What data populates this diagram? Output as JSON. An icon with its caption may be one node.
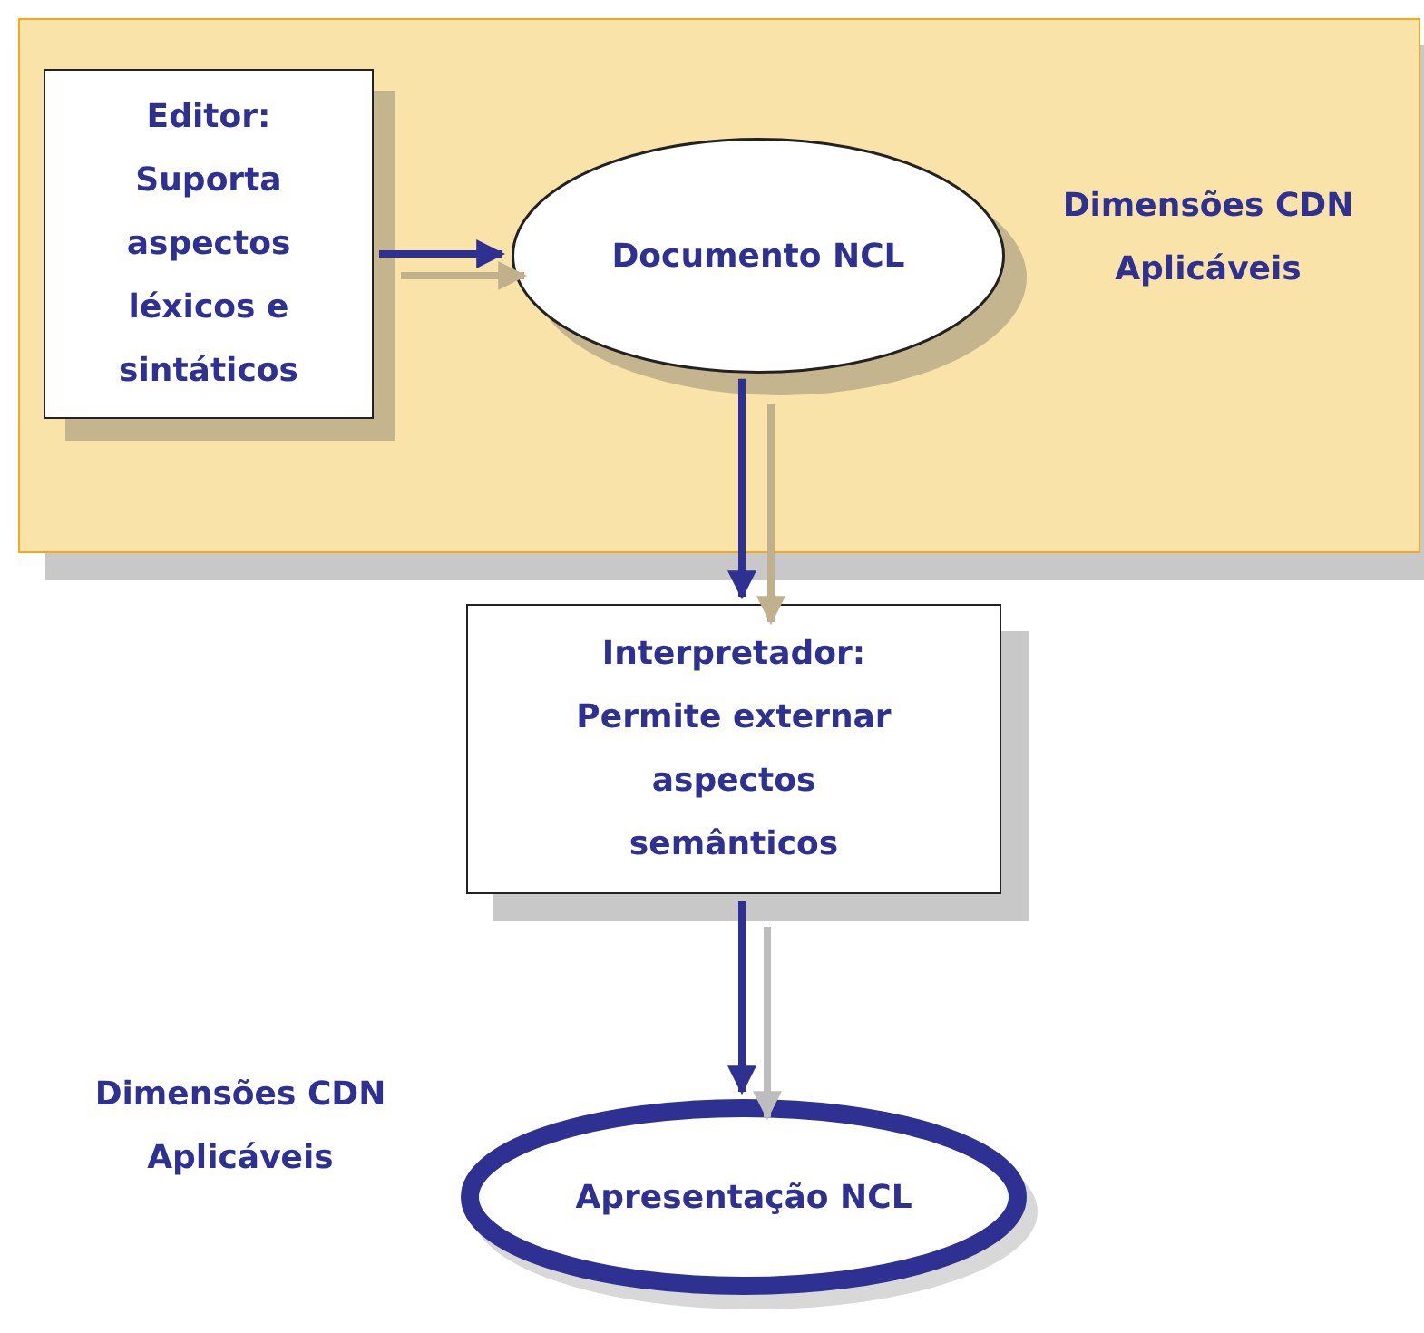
{
  "diagram": {
    "nodes": [
      {
        "text": [
          "Dimensões CDN Aplicáveis"
        ]
      },
      {
        "text": [
          "Editor:",
          "Suporta aspectos léxicos e sintáticos"
        ],
        "in": 0
      },
      {
        "text": [
          "Documento NCL"
        ],
        "in": 0
      },
      {
        "text": [
          "Interpretador:",
          "Permite externar aspectos semânticos"
        ]
      },
      {
        "text": [
          "Apresentação NCL"
        ]
      }
    ],
    "edges": [
      {
        "from": 1,
        "to": 2,
        "arrow": "to"
      },
      {
        "from": 2,
        "to": 3,
        "arrow": "to"
      },
      {
        "from": 3,
        "to": 4,
        "arrow": "to"
      }
    ],
    "labels": [
      "Dimensões CDN Aplicáveis"
    ]
  }
}
